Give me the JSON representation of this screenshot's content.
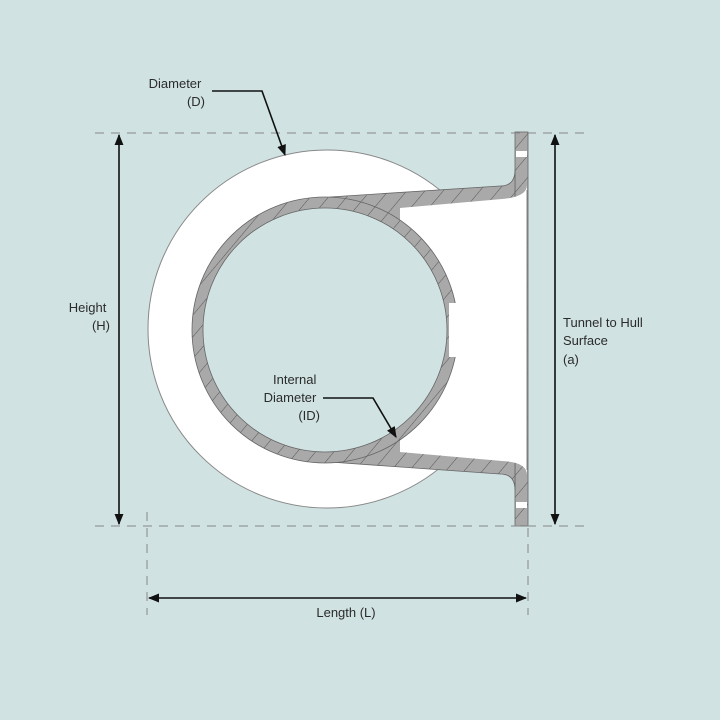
{
  "colors": {
    "background": "#d0e2e2",
    "part_fill": "#ffffff",
    "section_fill": "#a9a9a9",
    "line": "#111111"
  },
  "labels": {
    "diameter": [
      "Diameter",
      "(D)"
    ],
    "height": [
      "Height",
      "(H)"
    ],
    "tunnel_to_hull": [
      "Tunnel to Hull",
      "Surface",
      "(a)"
    ],
    "internal_diameter": [
      "Internal",
      "Diameter",
      "(ID)"
    ],
    "length": "Length (L)"
  }
}
